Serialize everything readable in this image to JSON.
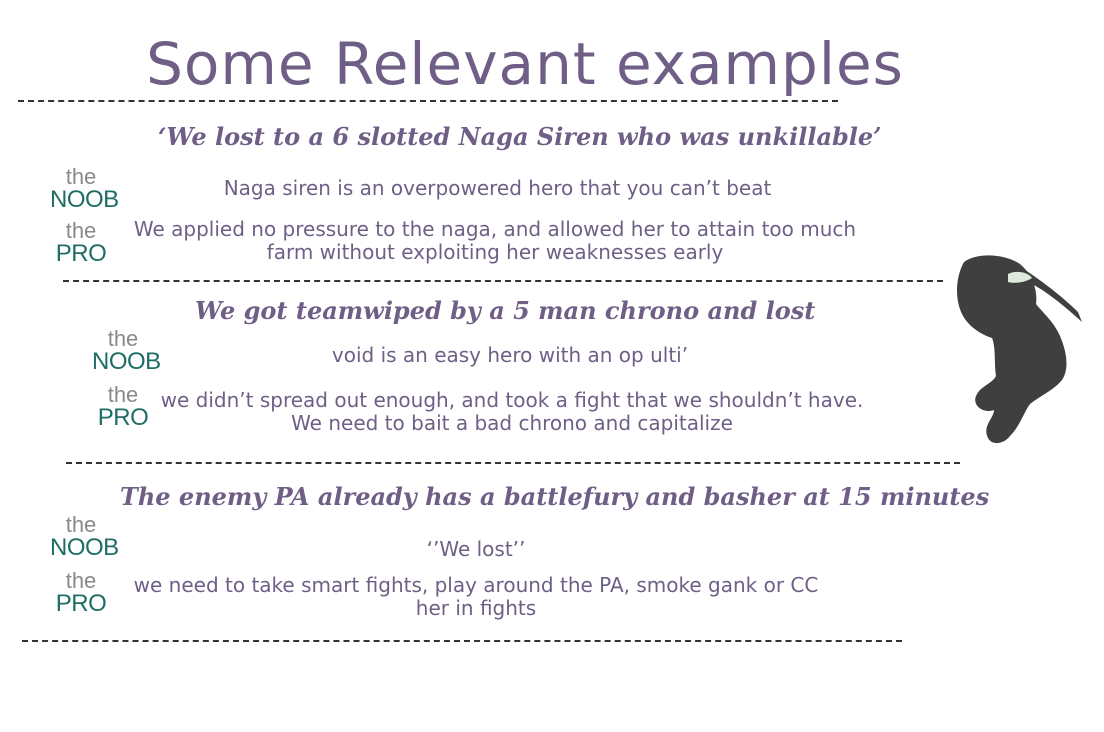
{
  "title": "Some Relevant examples",
  "tag_the": "the",
  "tag_noob": "NOOB",
  "tag_pro": "PRO",
  "examples": [
    {
      "quote": "‘We lost to a 6 slotted Naga Siren who was unkillable’",
      "noob": "Naga siren is an overpowered hero that you can’t beat",
      "pro": "We applied no pressure to the naga, and allowed her to attain too much farm without exploiting her weaknesses early"
    },
    {
      "quote": "We got teamwiped by a 5 man chrono and lost",
      "noob": "void is an easy hero with an op ulti’",
      "pro": "we didn’t spread out enough, and took a fight that we shouldn’t have. We need to bait a bad chrono and capitalize"
    },
    {
      "quote": "The enemy PA already has a battlefury and basher at 15 minutes",
      "noob": "‘’We lost’’",
      "pro": "we need to take smart fights, play around the PA, smoke gank or CC her in fights"
    }
  ],
  "colors": {
    "accent": "#6f5f87",
    "noob_pro": "#1f6e65",
    "the": "#8a8a8a",
    "silhouette": "#3f3f3f"
  },
  "icons": {
    "hero": "hero-silhouette-icon"
  }
}
